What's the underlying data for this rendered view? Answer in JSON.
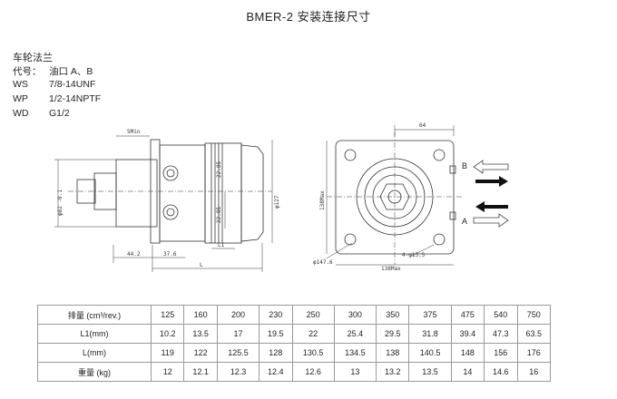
{
  "title": "BMER-2  安装连接尺寸",
  "spec": {
    "heading": "车轮法兰",
    "rows": [
      {
        "code": "代号：",
        "value": "油口 A、B"
      },
      {
        "code": "WS",
        "value": "7/8-14UNF"
      },
      {
        "code": "WP",
        "value": "1/2-14NPTF"
      },
      {
        "code": "WD",
        "value": "G1/2"
      }
    ]
  },
  "drawing": {
    "side": {
      "dim_5min": "5Min",
      "dim_d82": "φ82 -0.1",
      "dim_d127": "φ127",
      "dim_2285_top": "22.85",
      "dim_2285_bot": "22.85",
      "dim_442": "44.2",
      "dim_376": "37.6",
      "dim_l1": "L1",
      "dim_l": "L"
    },
    "front": {
      "dim_64": "64",
      "dim_138_left": "138Max",
      "dim_1476": "φ147.6",
      "dim_holes": "4-φ13.5",
      "dim_138_bottom": "138Max",
      "port_b": "B",
      "port_a": "A"
    }
  },
  "table": {
    "rows": [
      {
        "label": "排量 (cm³/rev.)",
        "values": [
          "125",
          "160",
          "200",
          "230",
          "250",
          "300",
          "350",
          "375",
          "475",
          "540",
          "750"
        ]
      },
      {
        "label": "L1(mm)",
        "values": [
          "10.2",
          "13.5",
          "17",
          "19.5",
          "22",
          "25.4",
          "29.5",
          "31.8",
          "39.4",
          "47.3",
          "63.5"
        ]
      },
      {
        "label": "L(mm)",
        "values": [
          "119",
          "122",
          "125.5",
          "128",
          "130.5",
          "134.5",
          "138",
          "140.5",
          "148",
          "156",
          "176"
        ]
      },
      {
        "label": "重量 (kg)",
        "values": [
          "12",
          "12.1",
          "12.3",
          "12.4",
          "12.6",
          "13",
          "13.2",
          "13.5",
          "14",
          "14.6",
          "16"
        ]
      }
    ]
  },
  "colors": {
    "line": "#333333",
    "table_border": "#9a9a9a",
    "arrow": "#111111"
  }
}
